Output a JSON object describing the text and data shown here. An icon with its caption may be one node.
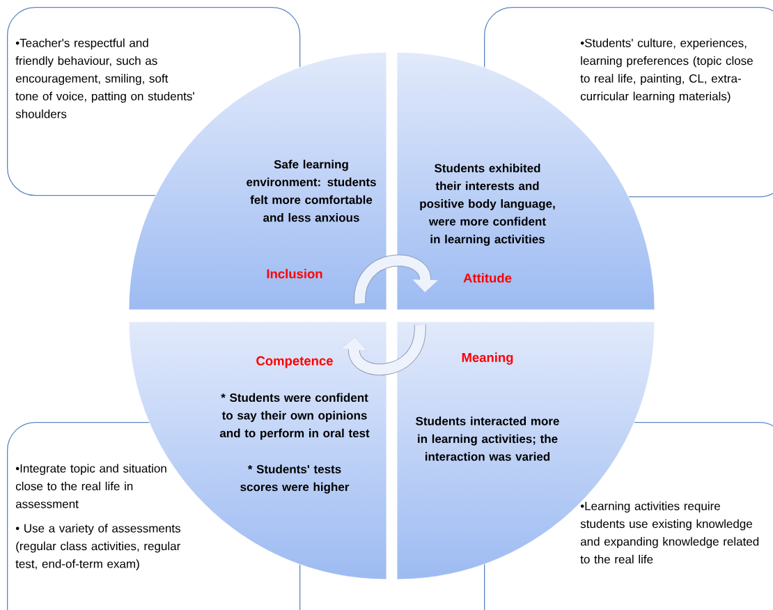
{
  "diagram": {
    "nodes": [
      {
        "text": [
          "•Teacher's respectful and friendly behaviour, such as encouragement, smiling, soft tone of voice, patting on students' shoulders"
        ]
      },
      {
        "text": [
          "•Students'  culture, experiences, learning preferences  (topic close to real life, painting, CL, extra-curricular learning materials)"
        ]
      },
      {
        "text": [
          "Safe learning environment: students felt more comfortable and less anxious",
          "Inclusion"
        ]
      },
      {
        "text": [
          "Students exhibited their interests and positive body language, were more confident in learning activities",
          "Attitude"
        ]
      },
      {
        "text": [
          "Competence",
          "* Students were confident to say their own opinions and to perform in oral test",
          "* Students' tests scores were higher"
        ]
      },
      {
        "text": [
          "Meaning",
          "Students interacted more in learning activities; the interaction  was varied"
        ]
      },
      {
        "text": [
          "•Integrate  topic  and situation close to  the real life in assessment",
          "• Use a variety of assessments (regular class activities, regular test, end-of-term exam)"
        ]
      },
      {
        "text": [
          "•Learning activities require students use existing knowledge  and expanding knowledge related to the real life"
        ]
      }
    ],
    "edges": [
      {
        "from": 2,
        "to": 3,
        "arrow": "to"
      },
      {
        "from": 5,
        "to": 4,
        "arrow": "to"
      }
    ]
  }
}
